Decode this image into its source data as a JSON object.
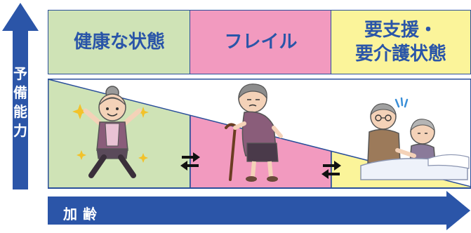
{
  "stages": [
    {
      "label_lines": [
        "健康な状態"
      ],
      "color": "#cfe3b6"
    },
    {
      "label_lines": [
        "フレイル"
      ],
      "color": "#f29abf"
    },
    {
      "label_lines": [
        "要支援・",
        "要介護状態"
      ],
      "color": "#fbf49a"
    }
  ],
  "axes": {
    "vertical_label": [
      "予",
      "備",
      "能",
      "力"
    ],
    "horizontal_label": "加齢"
  },
  "colors": {
    "arrow_blue": "#2b55a8",
    "border": "#2a4f9a",
    "header_text": "#2a55a8"
  },
  "illustrations": [
    {
      "icon": "energetic-elderly-woman-icon"
    },
    {
      "icon": "elderly-woman-with-cane-icon"
    },
    {
      "icon": "elderly-couple-bedridden-icon"
    }
  ],
  "transitions": [
    {
      "icon": "bidirectional-arrows-icon"
    },
    {
      "icon": "bidirectional-arrows-icon"
    }
  ]
}
